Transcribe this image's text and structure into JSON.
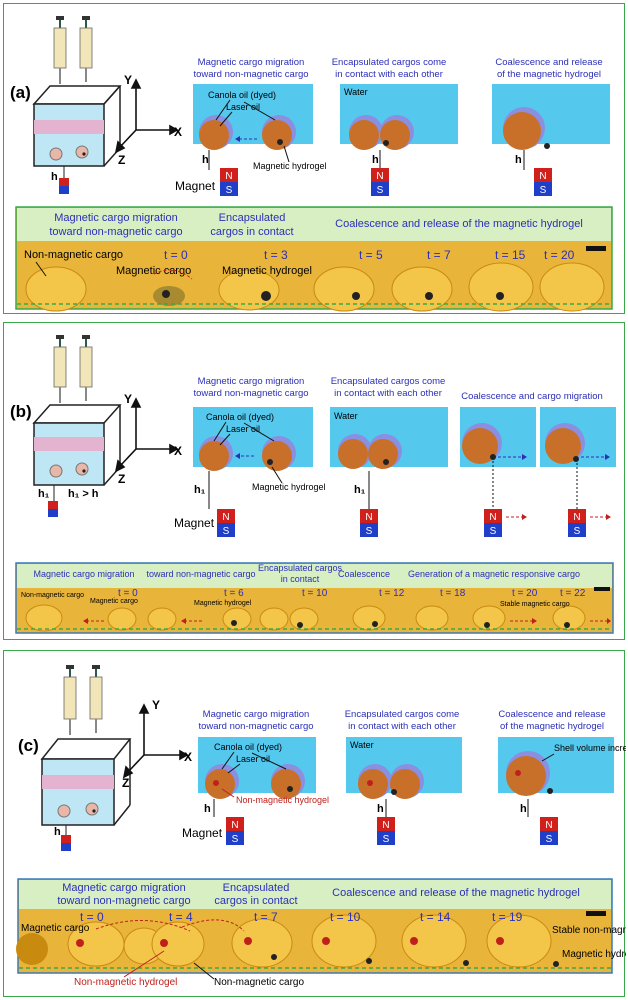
{
  "panels": [
    {
      "label": "(a)",
      "axes": {
        "x": "X",
        "y": "Y",
        "z": "Z"
      },
      "h_label": "h",
      "magnet_label": "Magnet",
      "magnet_n": "N",
      "magnet_s": "S",
      "schematic_titles": [
        [
          "Magnetic cargo migration",
          "toward non-magnetic cargo"
        ],
        [
          "Encapsulated cargos come",
          "in contact with each other"
        ],
        [
          "Coalescence and release",
          "of the magnetic hydrogel"
        ]
      ],
      "schematic_labels": {
        "canola": "Canola oil (dyed)",
        "laser": "Laser oil",
        "water": "Water",
        "hydrogel": "Magnetic hydrogel"
      },
      "strip_headers": [
        [
          "Magnetic cargo migration",
          "toward non-magnetic cargo"
        ],
        [
          "Encapsulated",
          "cargos in contact"
        ],
        [
          "Coalescence and release of the magnetic hydrogel"
        ]
      ],
      "time_labels": [
        "t = 0",
        "t = 3",
        "t = 5",
        "t = 7",
        "t = 15",
        "t = 20"
      ],
      "strip_annotations": {
        "a1": "Non-magnetic cargo",
        "a2": "Magnetic cargo",
        "a3": "Magnetic hydrogel"
      }
    },
    {
      "label": "(b)",
      "axes": {
        "x": "X",
        "y": "Y",
        "z": "Z"
      },
      "h_label": "h₁",
      "h_relation": "h₁ > h",
      "magnet_label": "Magnet",
      "magnet_n": "N",
      "magnet_s": "S",
      "schematic_titles": [
        [
          "Magnetic cargo migration",
          "toward non-magnetic cargo"
        ],
        [
          "Encapsulated cargos come",
          "in contact with each other"
        ],
        [
          "Coalescence and cargo migration"
        ]
      ],
      "schematic_labels": {
        "canola": "Canola oil (dyed)",
        "laser": "Laser oil",
        "water": "Water",
        "hydrogel": "Magnetic hydrogel"
      },
      "strip_headers": [
        "Magnetic cargo migration",
        "toward non-magnetic cargo",
        "Encapsulated cargos",
        "in contact",
        "Coalescence",
        "Generation of a magnetic responsive cargo"
      ],
      "time_labels": [
        "t = 0",
        "t = 6",
        "t = 10",
        "t = 12",
        "t = 18",
        "t = 20",
        "t = 22"
      ],
      "strip_annotations": {
        "a1": "Non-magnetic cargo",
        "a2": "Magnetic cargo",
        "a3": "Magnetic hydrogel",
        "a4": "Stable magnetic cargo"
      }
    },
    {
      "label": "(c)",
      "axes": {
        "x": "X",
        "y": "Y",
        "z": "Z"
      },
      "h_label": "h",
      "magnet_label": "Magnet",
      "magnet_n": "N",
      "magnet_s": "S",
      "schematic_titles": [
        [
          "Magnetic cargo migration",
          "toward non-magnetic cargo"
        ],
        [
          "Encapsulated cargos come",
          "in contact with each other"
        ],
        [
          "Coalescence and release",
          "of the magnetic hydrogel"
        ]
      ],
      "schematic_labels": {
        "canola": "Canola oil (dyed)",
        "laser": "Laser oil",
        "water": "Water",
        "nonmag_hydrogel": "Non-magnetic hydrogel",
        "shell": "Shell volume increases"
      },
      "strip_headers": [
        [
          "Magnetic cargo migration",
          "toward non-magnetic cargo"
        ],
        [
          "Encapsulated",
          "cargos in contact"
        ],
        [
          "Coalescence and release of the magnetic hydrogel"
        ]
      ],
      "time_labels": [
        "t = 0",
        "t = 4",
        "t = 7",
        "t = 10",
        "t = 14",
        "t = 19"
      ],
      "strip_annotations": {
        "a1": "Magnetic cargo",
        "a2": "Non-magnetic hydrogel",
        "a3": "Non-magnetic cargo",
        "a4": "Stable non-magnetic cargo",
        "a5": "Magnetic hydrogel"
      }
    }
  ],
  "colors": {
    "frame": "#3aa84a",
    "water": "#55c8ee",
    "droplet": "#c8702a",
    "shell": "#8a8fe0",
    "magnet_n": "#d0201c",
    "magnet_s": "#1f3fc8",
    "title_text": "#2b2fb8",
    "strip_bg": "#d8efc4",
    "photo_bg": "#e9b43a",
    "photo_dark": "#c98a10",
    "annot_red": "#c0201c"
  }
}
